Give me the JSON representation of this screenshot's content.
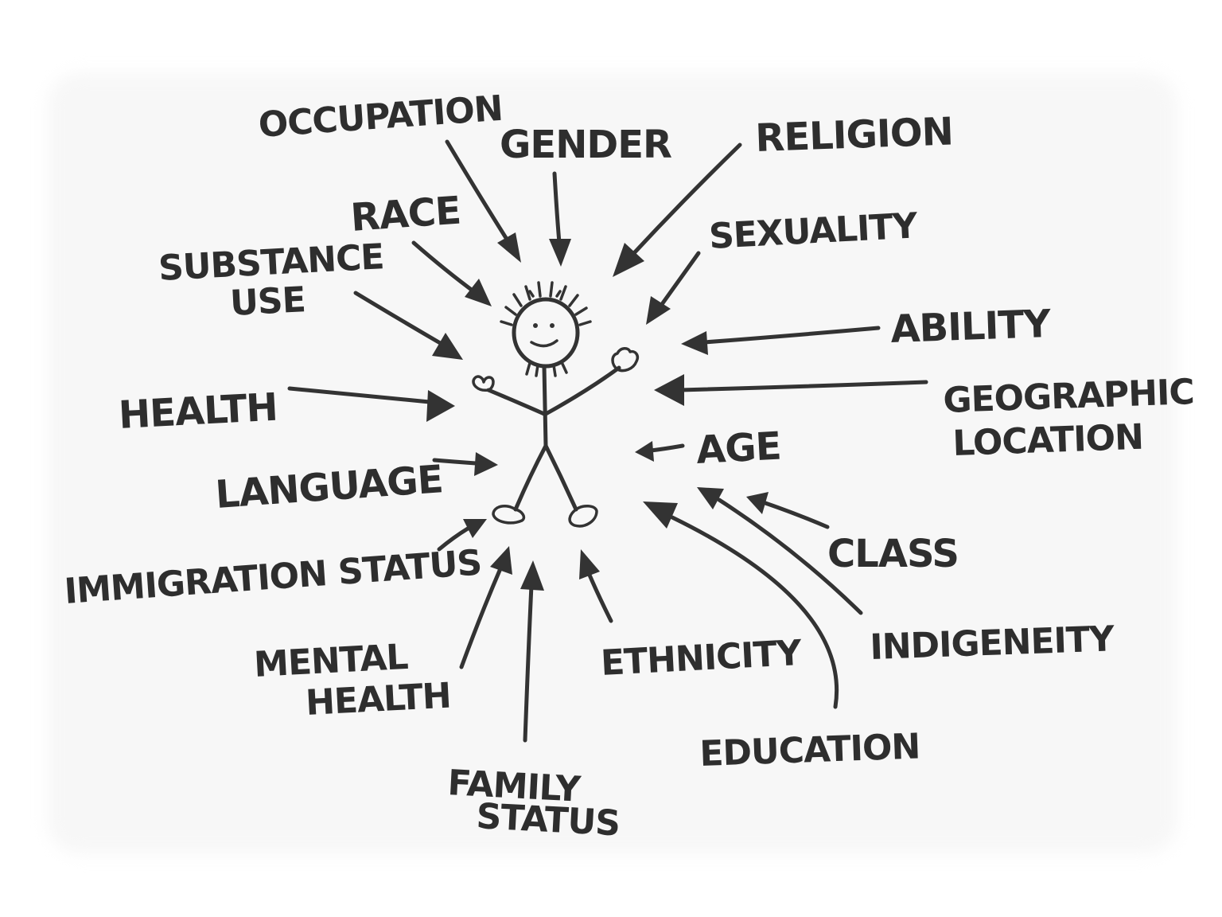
{
  "figure": {
    "center": "stick-figure",
    "labels": {
      "occupation": "OCCUPATION",
      "gender": "GENDER",
      "religion": "RELIGION",
      "race": "RACE",
      "sexuality": "SEXUALITY",
      "substance_use_1": "SUBSTANCE",
      "substance_use_2": "USE",
      "ability": "ABILITY",
      "health": "HEALTH",
      "geographic_location_1": "GEOGRAPHIC",
      "geographic_location_2": "LOCATION",
      "age": "AGE",
      "language": "LANGUAGE",
      "class": "CLASS",
      "immigration_status": "IMMIGRATION STATUS",
      "indigeneity": "INDIGENEITY",
      "mental_health_1": "MENTAL",
      "mental_health_2": "HEALTH",
      "ethnicity": "ETHNICITY",
      "education": "EDUCATION",
      "family_status_1": "FAMILY",
      "family_status_2": "STATUS"
    },
    "ink_color": "#333333",
    "background_color": "#f7f7f7"
  }
}
